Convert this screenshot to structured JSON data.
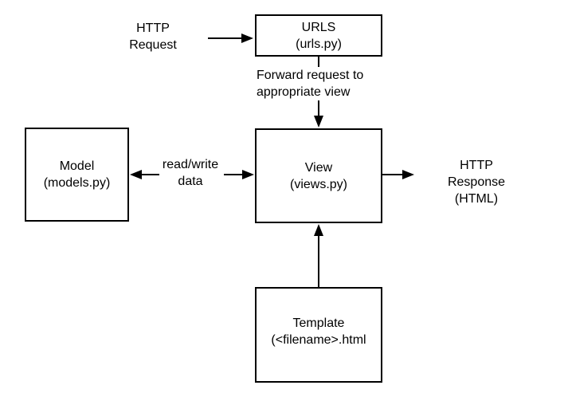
{
  "diagram": {
    "colors": {
      "background": "#ffffff",
      "stroke": "#000000",
      "text": "#000000"
    },
    "nodes": {
      "urls": {
        "label": "URLS\n(urls.py)"
      },
      "model": {
        "label": "Model\n(models.py)"
      },
      "view": {
        "label": "View\n(views.py)"
      },
      "template": {
        "label": "Template\n(<filename>.html"
      }
    },
    "labels": {
      "http_request": "HTTP\nRequest",
      "forward_request": "Forward request to\nappropriate view",
      "read_write": "read/write\ndata",
      "http_response": "HTTP Response\n(HTML)"
    }
  }
}
